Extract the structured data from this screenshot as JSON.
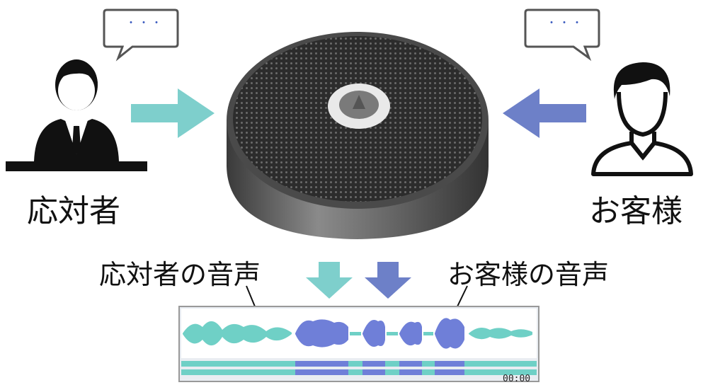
{
  "labels": {
    "responder": "応対者",
    "customer": "お客様",
    "responder_voice": "応対者の音声",
    "customer_voice": "お客様の音声"
  },
  "bubbles": {
    "responder_text": "・・・",
    "customer_text": "・・・"
  },
  "colors": {
    "teal": "#7ecfcc",
    "blue": "#6d80c8",
    "wave_teal": "#6fd0c6",
    "wave_blue": "#6f7fd8"
  },
  "waveform": {
    "time_text": "00:00"
  },
  "icons": {
    "responder": "businessman-icon",
    "customer": "customer-person-icon",
    "device": "microphone-speaker-device"
  }
}
